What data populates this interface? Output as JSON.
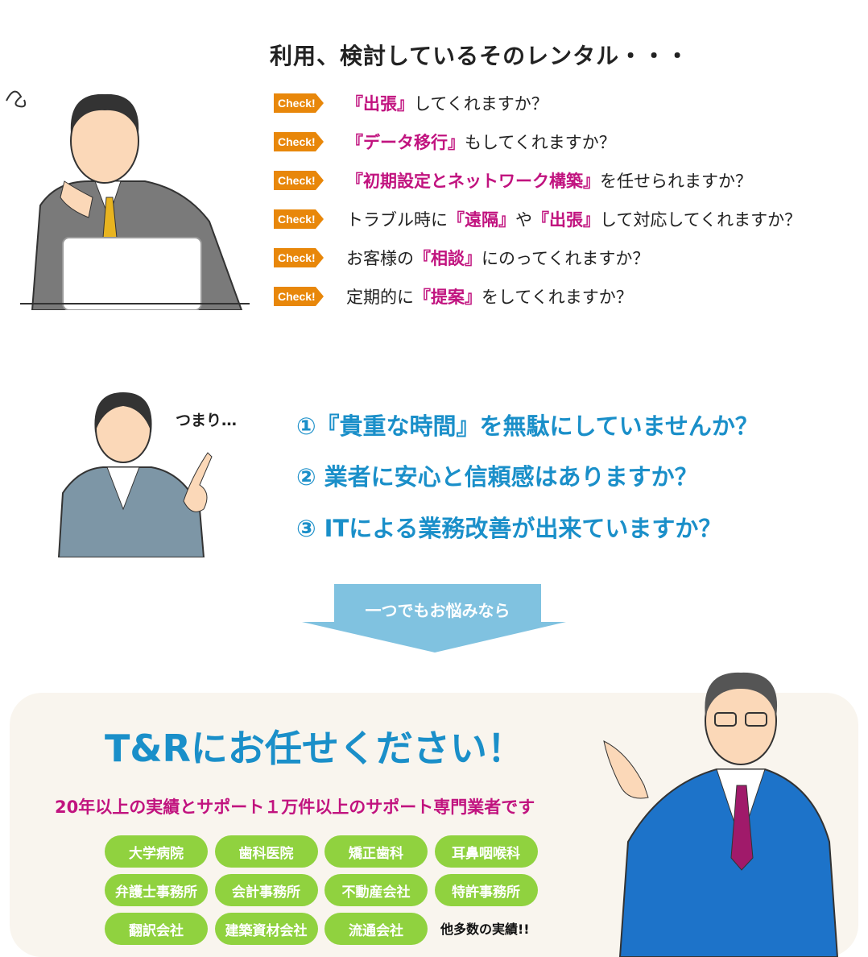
{
  "title": "利用、検討しているそのレンタル・・・",
  "badge_label": "Check!",
  "checks": [
    {
      "segments": [
        {
          "t": "『出張』",
          "hl": true
        },
        {
          "t": "してくれますか？",
          "hl": false
        }
      ]
    },
    {
      "segments": [
        {
          "t": "『データ移行』",
          "hl": true
        },
        {
          "t": "もしてくれますか？",
          "hl": false
        }
      ]
    },
    {
      "segments": [
        {
          "t": "『初期設定とネットワーク構築』",
          "hl": true
        },
        {
          "t": "を任せられますか？",
          "hl": false
        }
      ]
    },
    {
      "segments": [
        {
          "t": "トラブル時に",
          "hl": false
        },
        {
          "t": "『遠隔』",
          "hl": true
        },
        {
          "t": "や",
          "hl": false
        },
        {
          "t": "『出張』",
          "hl": true
        },
        {
          "t": "して対応してくれますか？",
          "hl": false
        }
      ]
    },
    {
      "segments": [
        {
          "t": "お客様の",
          "hl": false
        },
        {
          "t": "『相談』",
          "hl": true
        },
        {
          "t": "にのってくれますか？",
          "hl": false
        }
      ]
    },
    {
      "segments": [
        {
          "t": "定期的に",
          "hl": false
        },
        {
          "t": "『提案』",
          "hl": true
        },
        {
          "t": "をしてくれますか？",
          "hl": false
        }
      ]
    }
  ],
  "tsumari": "つまり…",
  "questions": [
    "①『貴重な時間』を無駄にしていませんか？",
    "② 業者に安心と信頼感はありますか？",
    "③ ITによる業務改善が出来ていますか？"
  ],
  "arrow_label": "一つでもお悩みなら",
  "cta_title": "T&Rにお任せください！",
  "cta_sub": "20年以上の実績とサポート１万件以上のサポート専門業者です",
  "industries": [
    "大学病院",
    "歯科医院",
    "矯正歯科",
    "耳鼻咽喉科",
    "弁護士事務所",
    "会計事務所",
    "不動産会社",
    "特許事務所",
    "翻訳会社",
    "建築資材会社",
    "流通会社"
  ],
  "more": "他多数の実績!!",
  "colors": {
    "orange": "#e8870a",
    "magenta": "#c1137f",
    "blue": "#1a8fc9",
    "green": "#90d23f",
    "arrow": "#80c2e0"
  }
}
